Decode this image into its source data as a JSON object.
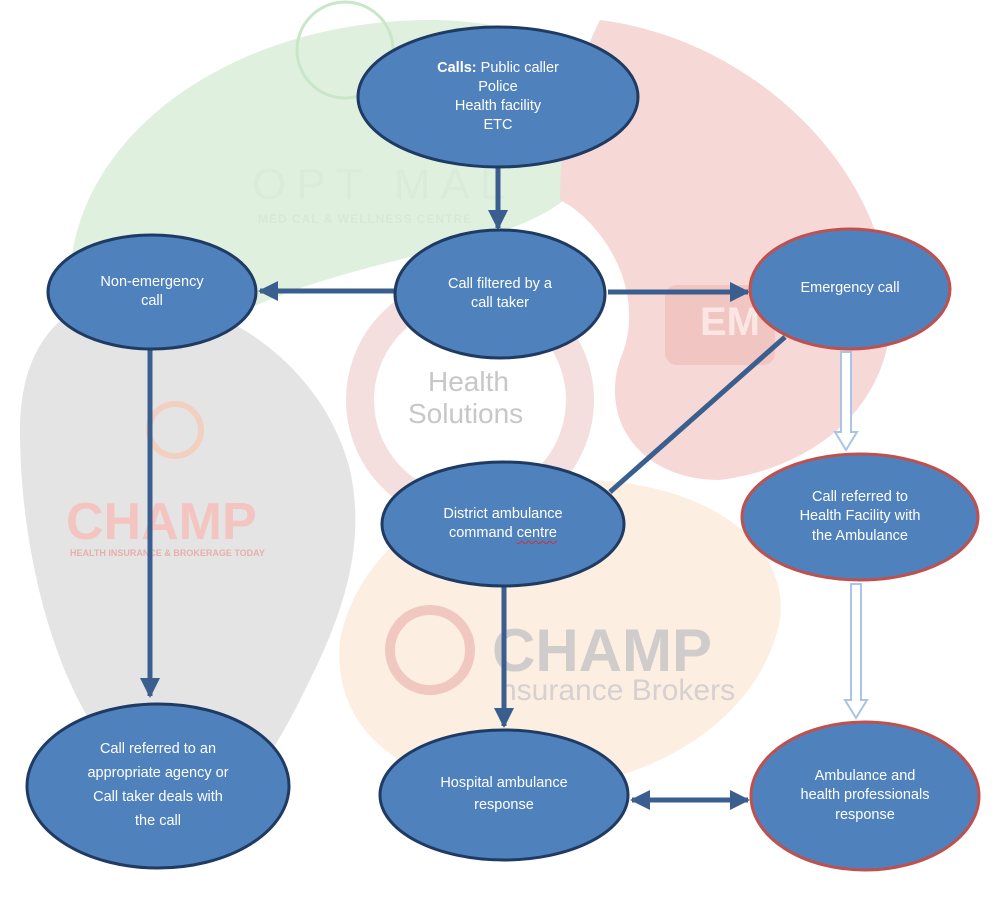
{
  "watermarks": {
    "optimal_title": "OPT MAL",
    "optimal_tagline": "MED CAL & WELLNESS CENTRE",
    "health_line1": "Health",
    "health_line2": "Solutions",
    "champ_left": "CHAMP",
    "champ_left_tagline": "HEALTH INSURANCE & BROKERAGE TODAY",
    "champ_center": "CHAMP",
    "champ_center_line2": "nsurance Brokers",
    "ambulance_label": "EM"
  },
  "nodes": {
    "calls": {
      "lead": "Calls:",
      "first_line": " Public caller",
      "rest": "Police\nHealth facility\nETC"
    },
    "filter": {
      "text": "Call filtered by a\ncall taker"
    },
    "non_emergency": {
      "text": "Non-emergency\ncall"
    },
    "emergency": {
      "text": "Emergency call"
    },
    "district": {
      "text_before": "District ambulance\ncommand ",
      "text_marked": "centre"
    },
    "referred_hf": {
      "text": "Call referred to\nHealth Facility with\nthe Ambulance"
    },
    "agency": {
      "text": "Call referred to an\nappropriate agency or\nCall taker deals with\nthe call"
    },
    "hospital": {
      "text": "Hospital ambulance\nresponse"
    },
    "ambulance_pros": {
      "text": "Ambulance and\nhealth professionals\nresponse"
    }
  },
  "colors": {
    "node_fill": "#4f81bd",
    "node_border": "#1f3b63",
    "emergency_border": "#c0504d",
    "arrow": "#3a5f8f",
    "hollow_arrow": "#a9c4e4",
    "wm_green": "#dff0df",
    "wm_red": "#f6d9d7",
    "wm_gray": "#e4e4e4",
    "wm_orange": "#fcefe2"
  }
}
